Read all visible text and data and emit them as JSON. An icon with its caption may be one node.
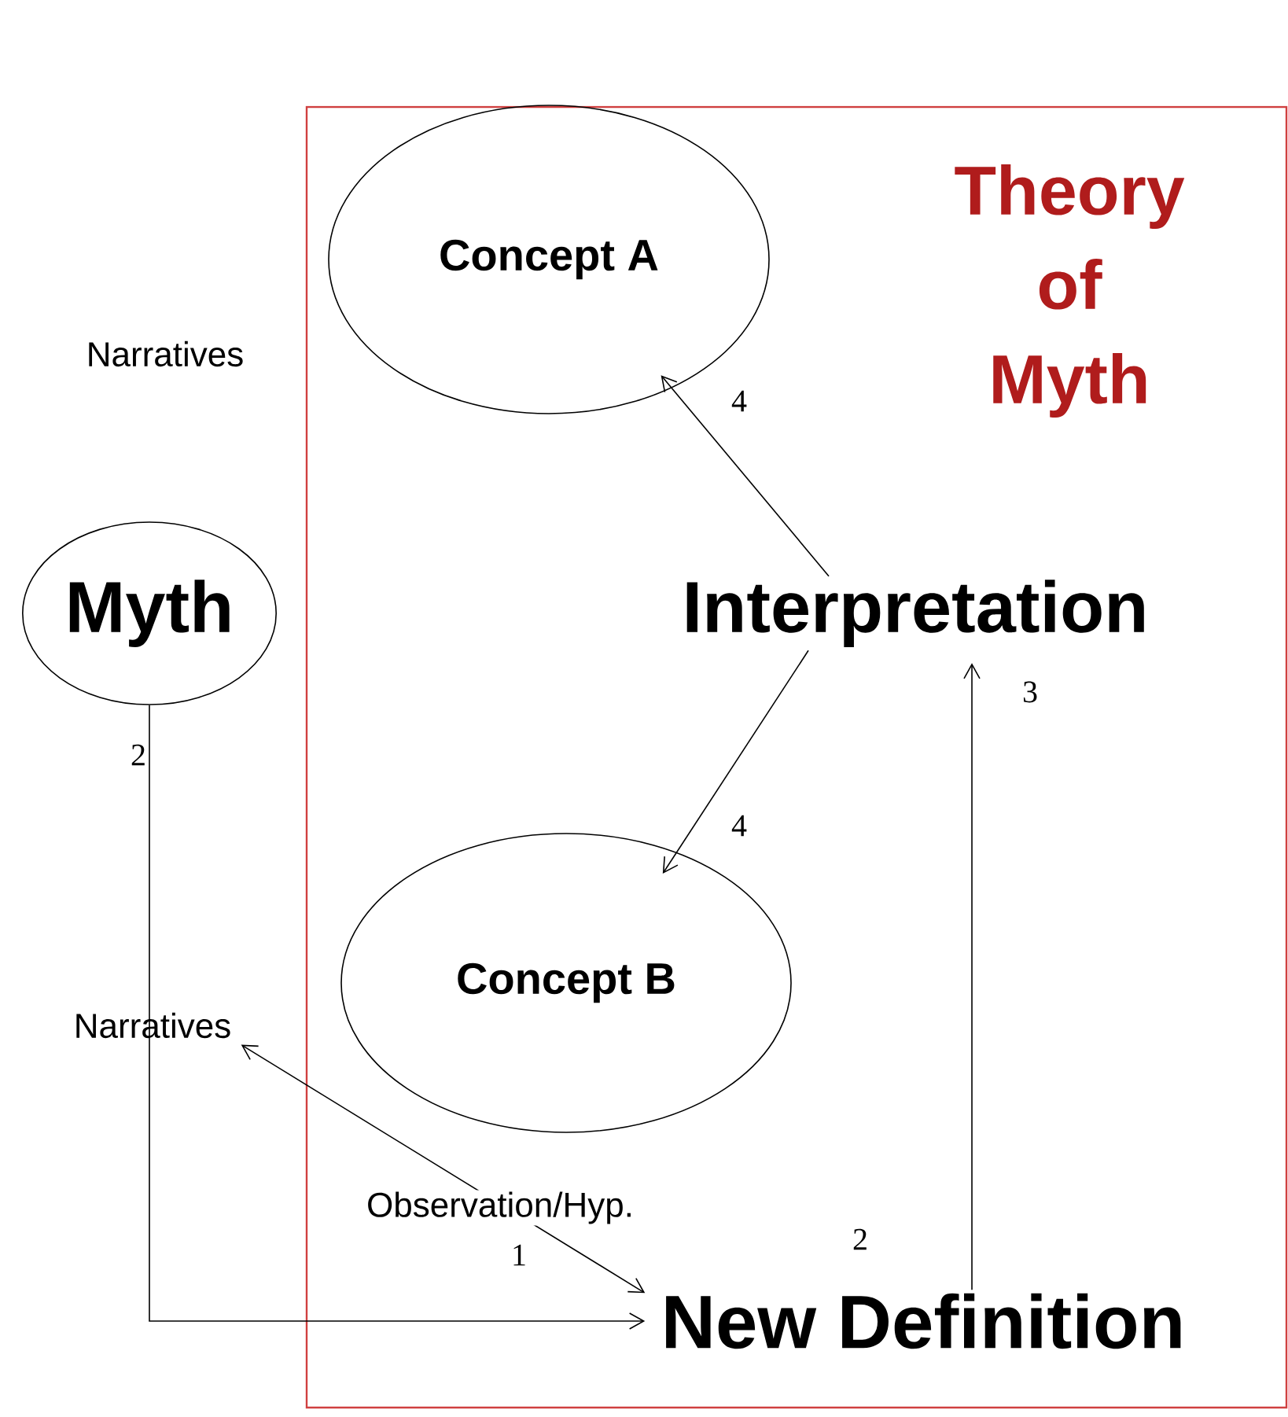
{
  "diagram": {
    "nodes": [
      {
        "text": [
          "Theory of Myth"
        ]
      },
      {
        "text": [
          "Concept A"
        ],
        "in": 0
      },
      {
        "text": [
          "Myth"
        ]
      },
      {
        "text": [
          "Interpretation"
        ],
        "in": 0
      },
      {
        "text": [
          "Concept B"
        ],
        "in": 0
      },
      {
        "text": [
          "Narratives"
        ]
      },
      {
        "text": [
          "New Definition"
        ],
        "in": 0
      }
    ],
    "edges": [
      {
        "from": 3,
        "to": 1,
        "arrow": "to"
      },
      {
        "from": 3,
        "to": 4,
        "arrow": "to"
      },
      {
        "from": 6,
        "to": 3,
        "arrow": "to"
      },
      {
        "from": 2,
        "to": 6,
        "arrow": "to"
      },
      {
        "from": 5,
        "to": 6,
        "arrow": "both",
        "label": "Observation/Hyp."
      }
    ],
    "labels": [
      "Narratives",
      "4",
      "3",
      "2",
      "4",
      "1",
      "2"
    ]
  }
}
